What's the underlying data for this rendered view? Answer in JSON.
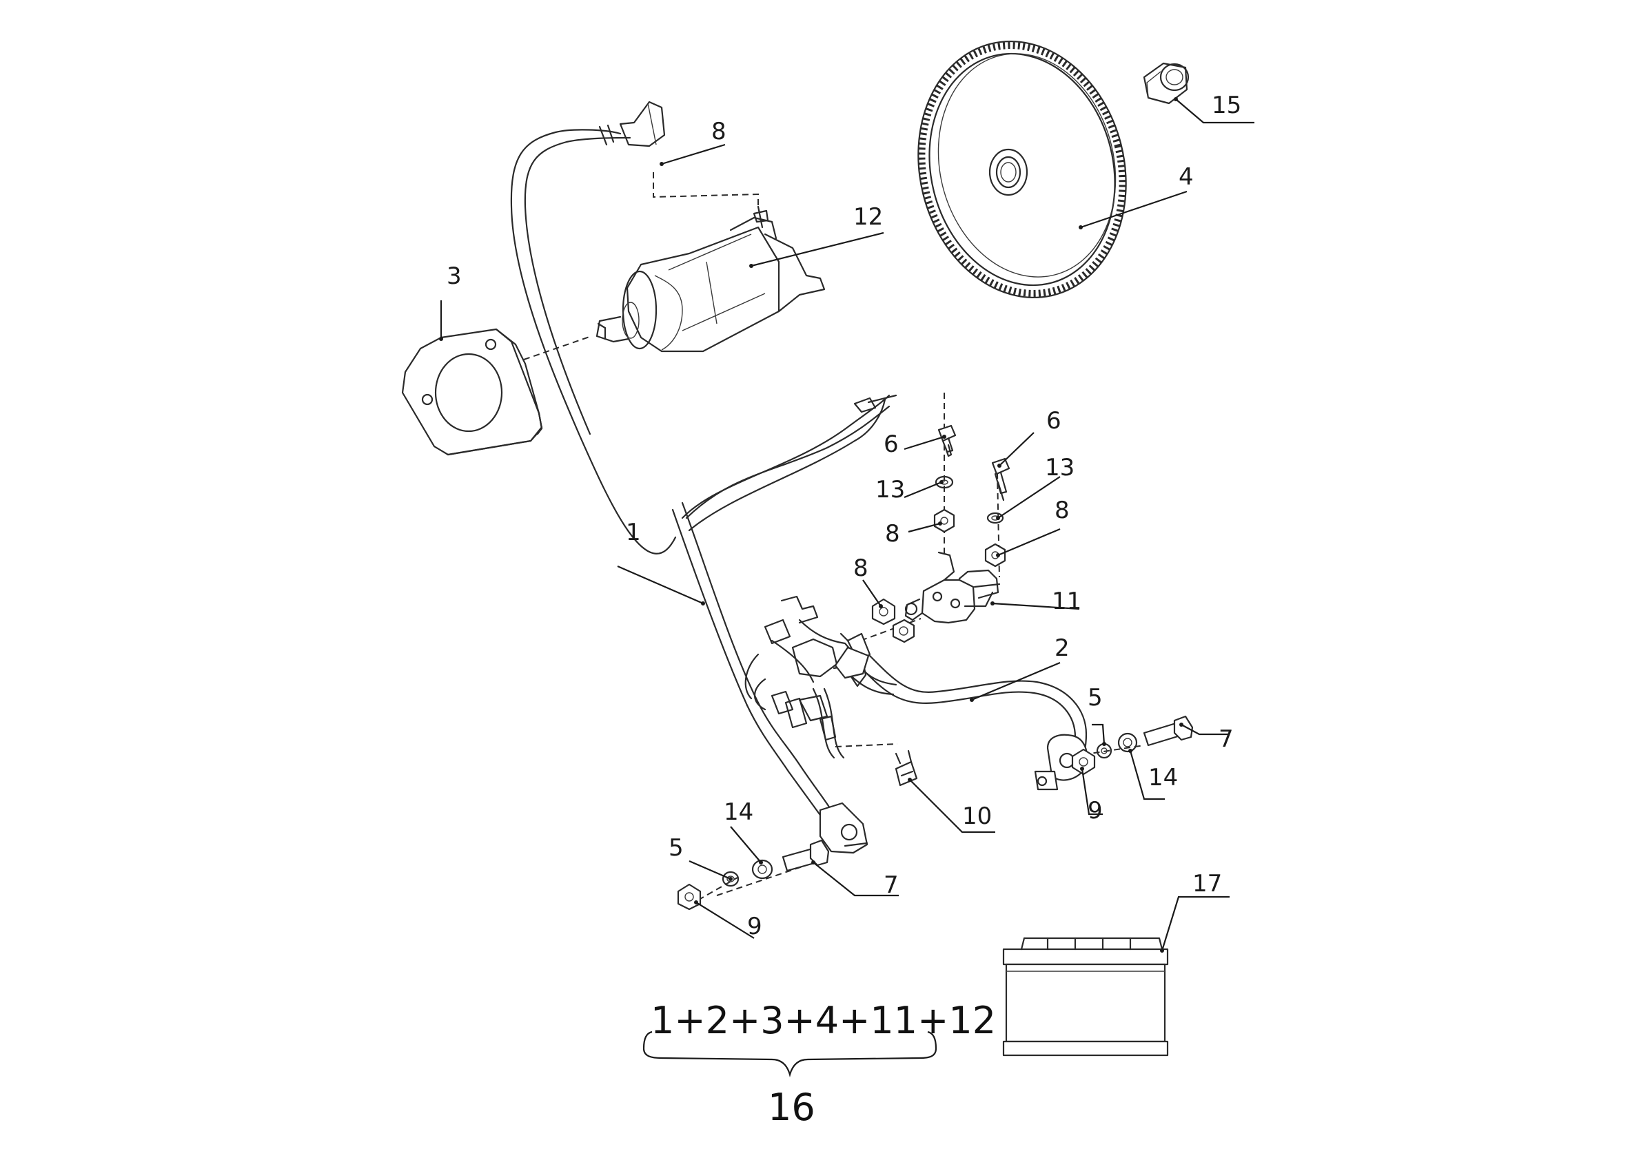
{
  "callouts": {
    "c1": "1",
    "c2": "2",
    "c3": "3",
    "c4": "4",
    "c5a": "5",
    "c5b": "5",
    "c6a": "6",
    "c6b": "6",
    "c7a": "7",
    "c7b": "7",
    "c8a": "8",
    "c8b": "8",
    "c8c": "8",
    "c8d": "8",
    "c9a": "9",
    "c9b": "9",
    "c10": "10",
    "c11": "11",
    "c12": "12",
    "c13a": "13",
    "c13b": "13",
    "c14a": "14",
    "c14b": "14",
    "c15": "15",
    "c17": "17"
  },
  "kit": {
    "formula": "1+2+3+4+11+12",
    "total": "16"
  }
}
